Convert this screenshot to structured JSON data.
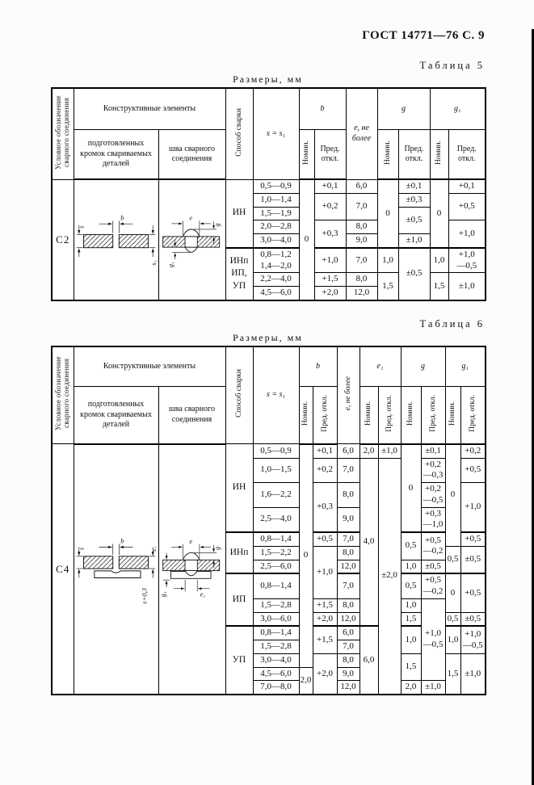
{
  "page": {
    "doc_header": "ГОСТ 14771—76 С. 9",
    "size_label": "Размеры, мм"
  },
  "labels": {
    "designation": "Условное обозначение сварного соединения",
    "constructive": "Конструктивные элементы",
    "prepared": "подготовленных кромок свариваемых деталей",
    "seam": "шва сварного соединения",
    "method": "Способ сварки",
    "s": "s = s₁",
    "b": "b",
    "e_max": "e, не более",
    "e1": "e₁",
    "g": "g",
    "g1": "g₁",
    "nominal": "Номин.",
    "deviation": "Пред.\nоткл.",
    "deviation_rot": "Пред. откл."
  },
  "drawings": {
    "c2_prep": {
      "s": "s",
      "b": "b",
      "s1": "s₁"
    },
    "c2_seam": {
      "e": "e",
      "g": "g",
      "g1": "g₁"
    },
    "c4_prep": {
      "s": "s",
      "b": "b",
      "s1": "s₁",
      "backing": "s+0,3"
    },
    "c4_seam": {
      "e": "e",
      "g": "g",
      "g1": "g₁",
      "e1": "e₁"
    }
  },
  "table5": {
    "caption": "Таблица 5",
    "rows": [
      {
        "cells": [
          {
            "t": "С2",
            "rs": 8,
            "c": "joint",
            "n": "joint-designation"
          },
          {
            "slot": "tpl-c2-prep",
            "rs": 8,
            "n": "prep-drawing"
          },
          {
            "slot": "tpl-c2-seam",
            "rs": 8,
            "n": "seam-drawing"
          },
          {
            "t": "ИН",
            "rs": 5,
            "c": "method",
            "n": "weld-method"
          },
          {
            "t": "0,5—0,9",
            "n": "s-range"
          },
          {
            "t": "0",
            "rs": 8,
            "n": "b-nominal"
          },
          {
            "t": "+0,1",
            "n": "b-deviation"
          },
          {
            "t": "6,0",
            "n": "e-value"
          },
          {
            "t": "0",
            "rs": 5,
            "n": "g-nominal"
          },
          {
            "t": "±0,1",
            "n": "g-deviation"
          },
          {
            "t": "0",
            "rs": 5,
            "n": "g1-nominal"
          },
          {
            "t": "+0,1",
            "n": "g1-deviation"
          }
        ]
      },
      {
        "cells": [
          {
            "t": "1,0—1,4",
            "n": "s-range"
          },
          {
            "t": "+0,2",
            "rs": 2,
            "n": "b-deviation"
          },
          {
            "t": "7,0",
            "rs": 2,
            "n": "e-value"
          },
          {
            "t": "±0,3",
            "n": "g-deviation"
          },
          {
            "t": "+0,5",
            "rs": 2,
            "n": "g1-deviation"
          }
        ]
      },
      {
        "cells": [
          {
            "t": "1,5—1,9",
            "n": "s-range"
          },
          {
            "t": "±0,5",
            "rs": 2,
            "n": "g-deviation"
          }
        ]
      },
      {
        "cells": [
          {
            "t": "2,0—2,8",
            "n": "s-range"
          },
          {
            "t": "+0,3",
            "rs": 2,
            "n": "b-deviation"
          },
          {
            "t": "8,0",
            "n": "e-value"
          },
          {
            "t": "+1,0",
            "rs": 2,
            "n": "g1-deviation"
          }
        ]
      },
      {
        "cells": [
          {
            "t": "3,0—4,0",
            "n": "s-range"
          },
          {
            "t": "9,0",
            "n": "e-value"
          },
          {
            "t": "±1,0",
            "n": "g-deviation"
          }
        ]
      },
      {
        "thick": true,
        "cells": [
          {
            "t": "ИНп\nИП,\nУП",
            "rs": 3,
            "c": "method",
            "n": "weld-method"
          },
          {
            "t": "0,8—1,2\n1,4—2,0",
            "n": "s-range"
          },
          {
            "t": "+1,0",
            "n": "b-deviation"
          },
          {
            "t": "7,0",
            "n": "e-value"
          },
          {
            "t": "1,0",
            "n": "g-nominal"
          },
          {
            "t": "±0,5",
            "rs": 3,
            "n": "g-deviation"
          },
          {
            "t": "1,0",
            "n": "g1-nominal"
          },
          {
            "t": "+1,0\n—0,5",
            "n": "g1-deviation"
          }
        ]
      },
      {
        "cells": [
          {
            "t": "2,2—4,0",
            "n": "s-range"
          },
          {
            "t": "+1,5",
            "n": "b-deviation"
          },
          {
            "t": "8,0",
            "n": "e-value"
          },
          {
            "t": "1,5",
            "rs": 2,
            "n": "g-nominal"
          },
          {
            "t": "1,5",
            "rs": 2,
            "n": "g1-nominal"
          },
          {
            "t": "±1,0",
            "rs": 2,
            "n": "g1-deviation"
          }
        ]
      },
      {
        "cells": [
          {
            "t": "4,5—6,0",
            "n": "s-range"
          },
          {
            "t": "+2,0",
            "n": "b-deviation"
          },
          {
            "t": "12,0",
            "n": "e-value"
          }
        ]
      }
    ]
  },
  "table6": {
    "caption": "Таблица 6",
    "rows": [
      {
        "cells": [
          {
            "t": "С4",
            "rs": 15,
            "c": "joint",
            "n": "joint-designation"
          },
          {
            "slot": "tpl-c4-prep",
            "rs": 15,
            "n": "prep-drawing"
          },
          {
            "slot": "tpl-c4-seam",
            "rs": 15,
            "n": "seam-drawing"
          },
          {
            "t": "ИН",
            "rs": 4,
            "c": "method",
            "n": "weld-method"
          },
          {
            "t": "0,5—0,9",
            "n": "s-range"
          },
          {
            "t": "0",
            "rs": 13,
            "n": "b-nominal"
          },
          {
            "t": "+0,1",
            "n": "b-deviation"
          },
          {
            "t": "6,0",
            "n": "e-value"
          },
          {
            "t": "2,0",
            "n": "e1-nominal"
          },
          {
            "t": "±1,0",
            "n": "e1-deviation"
          },
          {
            "t": "0",
            "rs": 4,
            "n": "g-nominal"
          },
          {
            "t": "±0,1",
            "n": "g-deviation"
          },
          {
            "t": "0",
            "rs": 5,
            "n": "g1-nominal"
          },
          {
            "t": "+0,2",
            "n": "g1-deviation"
          }
        ]
      },
      {
        "cells": [
          {
            "t": "1,0—1,5",
            "n": "s-range"
          },
          {
            "t": "+0,2",
            "n": "b-deviation"
          },
          {
            "t": "7,0",
            "n": "e-value"
          },
          {
            "t": "4,0",
            "rs": 9,
            "n": "e1-nominal"
          },
          {
            "t": "±2,0",
            "rs": 14,
            "n": "e1-deviation"
          },
          {
            "t": "+0,2\n—0,3",
            "n": "g-deviation"
          },
          {
            "t": "+0,5",
            "n": "g1-deviation"
          }
        ]
      },
      {
        "cells": [
          {
            "t": "1,6—2,2",
            "n": "s-range"
          },
          {
            "t": "+0,3",
            "rs": 2,
            "n": "b-deviation"
          },
          {
            "t": "8,0",
            "n": "e-value"
          },
          {
            "t": "+0,2\n—0,5",
            "n": "g-deviation"
          },
          {
            "t": "+1,0",
            "rs": 2,
            "n": "g1-deviation"
          }
        ]
      },
      {
        "cells": [
          {
            "t": "2,5—4,0",
            "n": "s-range"
          },
          {
            "t": "9,0",
            "n": "e-value"
          },
          {
            "t": "+0,3\n—1,0",
            "n": "g-deviation"
          }
        ]
      },
      {
        "thick": true,
        "cells": [
          {
            "t": "ИНп",
            "rs": 3,
            "c": "method",
            "n": "weld-method"
          },
          {
            "t": "0,8—1,4",
            "n": "s-range"
          },
          {
            "t": "+0,5",
            "n": "b-deviation"
          },
          {
            "t": "7,0",
            "n": "e-value"
          },
          {
            "t": "0,5",
            "rs": 2,
            "n": "g-nominal"
          },
          {
            "t": "+0,5\n—0,2",
            "rs": 2,
            "n": "g-deviation"
          },
          {
            "t": "+0,5",
            "n": "g1-deviation"
          }
        ]
      },
      {
        "cells": [
          {
            "t": "1,5—2,2",
            "n": "s-range"
          },
          {
            "t": "+1,0",
            "rs": 3,
            "n": "b-deviation"
          },
          {
            "t": "8,0",
            "n": "e-value"
          },
          {
            "t": "0,5",
            "rs": 2,
            "n": "g1-nominal"
          },
          {
            "t": "±0,5",
            "rs": 2,
            "n": "g1-deviation"
          }
        ]
      },
      {
        "cells": [
          {
            "t": "2,5—6,0",
            "n": "s-range"
          },
          {
            "t": "12,0",
            "n": "e-value"
          },
          {
            "t": "1,0",
            "n": "g-nominal"
          },
          {
            "t": "±0,5",
            "n": "g-deviation"
          }
        ]
      },
      {
        "thick": true,
        "cells": [
          {
            "t": "ИП",
            "rs": 3,
            "c": "method",
            "n": "weld-method"
          },
          {
            "t": "0,8—1,4",
            "n": "s-range"
          },
          {
            "t": "7,0",
            "n": "e-value"
          },
          {
            "t": "0,5",
            "n": "g-nominal"
          },
          {
            "t": "+0,5\n—0,2",
            "n": "g-deviation"
          },
          {
            "t": "0",
            "rs": 2,
            "n": "g1-nominal"
          },
          {
            "t": "+0,5",
            "rs": 2,
            "n": "g1-deviation"
          }
        ]
      },
      {
        "cells": [
          {
            "t": "1,5—2,8",
            "n": "s-range"
          },
          {
            "t": "+1,5",
            "n": "b-deviation"
          },
          {
            "t": "8,0",
            "n": "e-value"
          },
          {
            "t": "1,0",
            "n": "g-nominal"
          },
          {
            "t": "+1,0\n—0,5",
            "rs": 6,
            "n": "g-deviation"
          }
        ]
      },
      {
        "cells": [
          {
            "t": "3,0—6,0",
            "n": "s-range"
          },
          {
            "t": "+2,0",
            "n": "b-deviation"
          },
          {
            "t": "12,0",
            "n": "e-value"
          },
          {
            "t": "1,5",
            "n": "g-nominal"
          },
          {
            "t": "0,5",
            "n": "g1-nominal"
          },
          {
            "t": "±0,5",
            "n": "g1-deviation"
          }
        ]
      },
      {
        "thick": true,
        "cells": [
          {
            "t": "УП",
            "rs": 5,
            "c": "method",
            "n": "weld-method"
          },
          {
            "t": "0,8—1,4",
            "n": "s-range"
          },
          {
            "t": "+1,5",
            "rs": 2,
            "n": "b-deviation"
          },
          {
            "t": "6,0",
            "n": "e-value"
          },
          {
            "t": "6,0",
            "rs": 5,
            "n": "e1-nominal"
          },
          {
            "t": "1,0",
            "rs": 2,
            "n": "g-nominal"
          },
          {
            "t": "1,0",
            "rs": 2,
            "n": "g1-nominal"
          },
          {
            "t": "+1,0\n—0,5",
            "rs": 2,
            "n": "g1-deviation"
          }
        ]
      },
      {
        "cells": [
          {
            "t": "1,5—2,8",
            "n": "s-range"
          },
          {
            "t": "7,0",
            "n": "e-value"
          }
        ]
      },
      {
        "cells": [
          {
            "t": "3,0—4,0",
            "n": "s-range"
          },
          {
            "t": "+2,0",
            "rs": 3,
            "n": "b-deviation"
          },
          {
            "t": "8,0",
            "n": "e-value"
          },
          {
            "t": "1,5",
            "rs": 2,
            "n": "g-nominal"
          },
          {
            "t": "1,5",
            "rs": 3,
            "n": "g1-nominal"
          },
          {
            "t": "±1,0",
            "rs": 3,
            "n": "g1-deviation"
          }
        ]
      },
      {
        "cells": [
          {
            "t": "4,5—6,0",
            "n": "s-range"
          },
          {
            "t": "2,0",
            "rs": 2,
            "n": "b-nominal"
          },
          {
            "t": "9,0",
            "n": "e-value"
          }
        ]
      },
      {
        "cells": [
          {
            "t": "7,0—8,0",
            "n": "s-range"
          },
          {
            "t": "12,0",
            "n": "e-value"
          },
          {
            "t": "2,0",
            "n": "g-nominal"
          },
          {
            "t": "±1,0",
            "n": "g-deviation"
          }
        ]
      }
    ]
  }
}
